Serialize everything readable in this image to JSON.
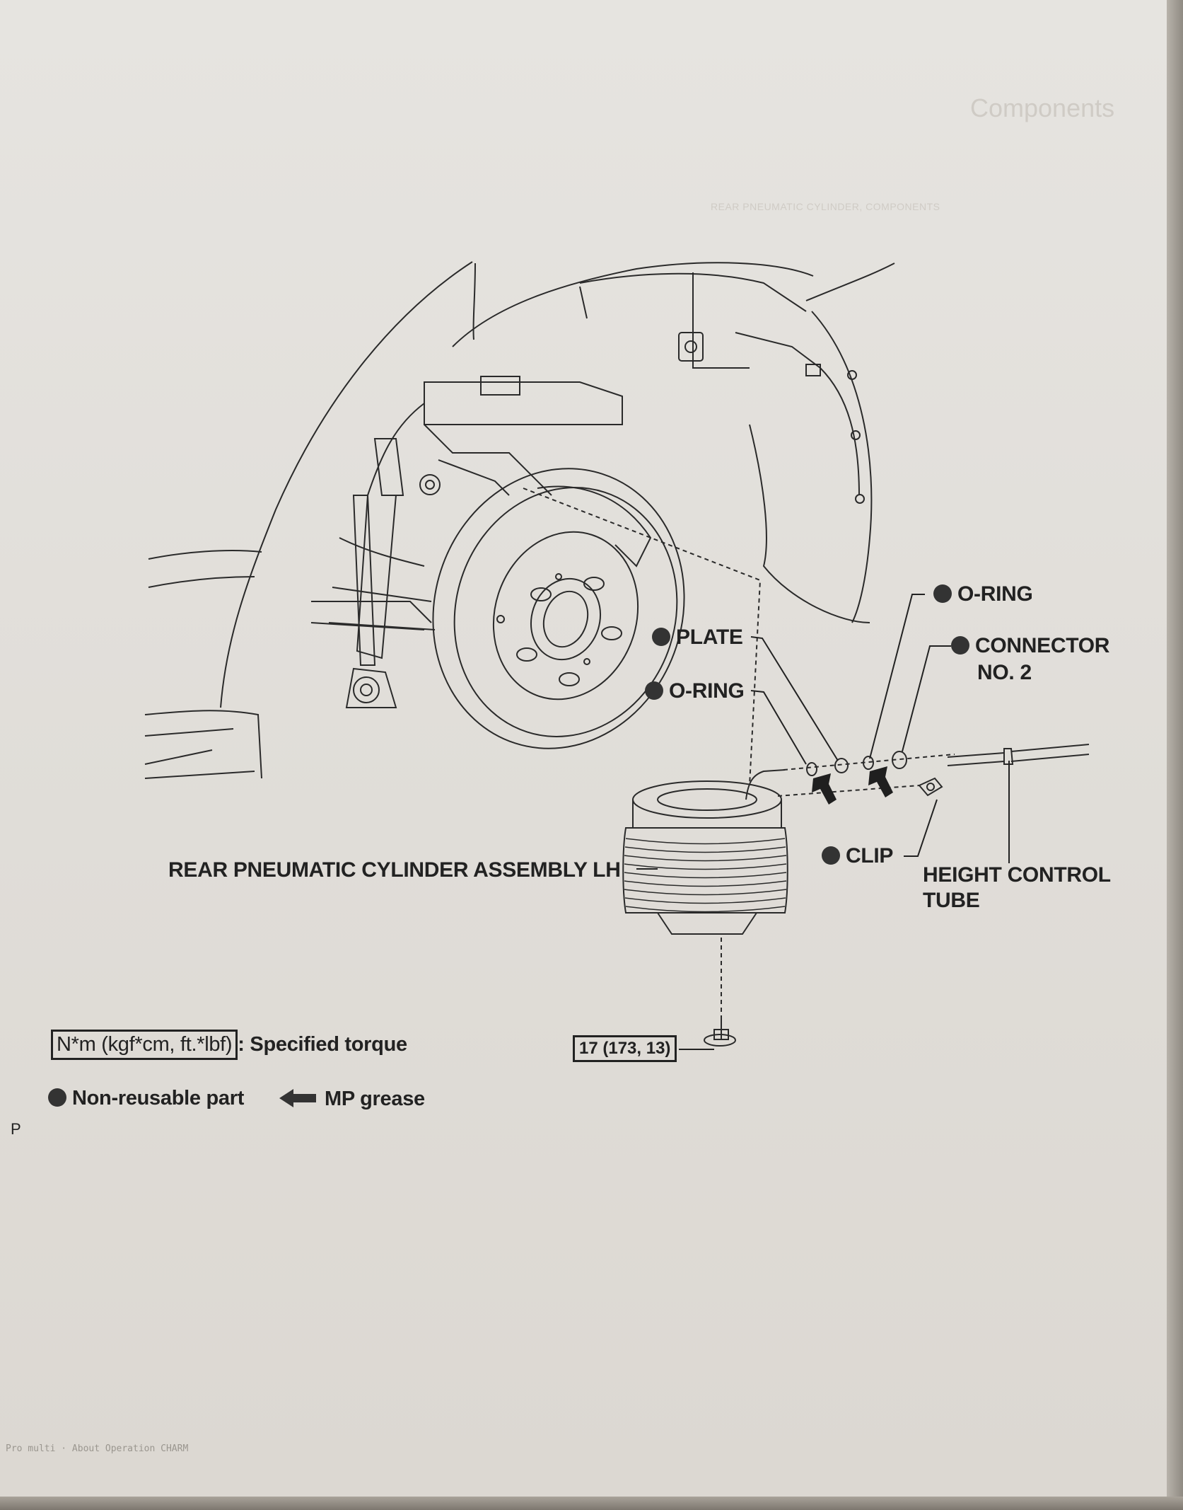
{
  "header": {
    "title": "Components",
    "breadcrumb": "REAR PNEUMATIC CYLINDER, COMPONENTS"
  },
  "callouts": {
    "plate": "PLATE",
    "o_ring_left": "O-RING",
    "o_ring_right": "O-RING",
    "connector_line1": "CONNECTOR",
    "connector_line2": "NO. 2",
    "clip": "CLIP",
    "height_tube_line1": "HEIGHT CONTROL",
    "height_tube_line2": "TUBE",
    "cylinder": "REAR PNEUMATIC CYLINDER ASSEMBLY LH",
    "torque_value": "17 (173, 13)"
  },
  "legend": {
    "torque_units": "N*m (kgf*cm, ft.*lbf)",
    "torque_text": ": Specified torque",
    "non_reusable": "Non-reusable part",
    "mp_grease": "MP grease"
  },
  "margin_mark": "P",
  "footer": {
    "left": "Pro multi  ·  About Operation CHARM"
  },
  "colors": {
    "ink": "#222222",
    "paper": "#e3e0db",
    "non_reusable_dot": "#333333"
  },
  "icons": [
    "non-reusable-dot-icon",
    "grease-arrow-icon"
  ]
}
